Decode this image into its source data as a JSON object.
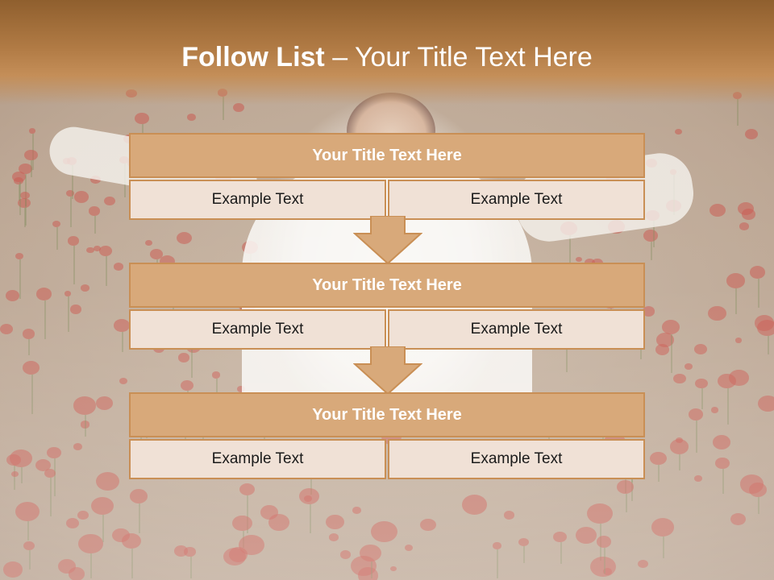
{
  "slide": {
    "title_bold": "Follow List",
    "title_rest": " – Your Title Text Here"
  },
  "blocks": [
    {
      "title": "Your Title Text Here",
      "cells": [
        "Example Text",
        "Example Text"
      ]
    },
    {
      "title": "Your Title Text Here",
      "cells": [
        "Example Text",
        "Example Text"
      ]
    },
    {
      "title": "Your Title Text Here",
      "cells": [
        "Example Text",
        "Example Text"
      ]
    }
  ],
  "colors": {
    "header_band": "#b07a44",
    "block_header": "#d8a97a",
    "block_border": "#c98f55",
    "cell_fill": "#f0e1d6",
    "arrow_fill": "#d8a97a"
  },
  "background": {
    "description_icon": "poppy-field-photo"
  }
}
